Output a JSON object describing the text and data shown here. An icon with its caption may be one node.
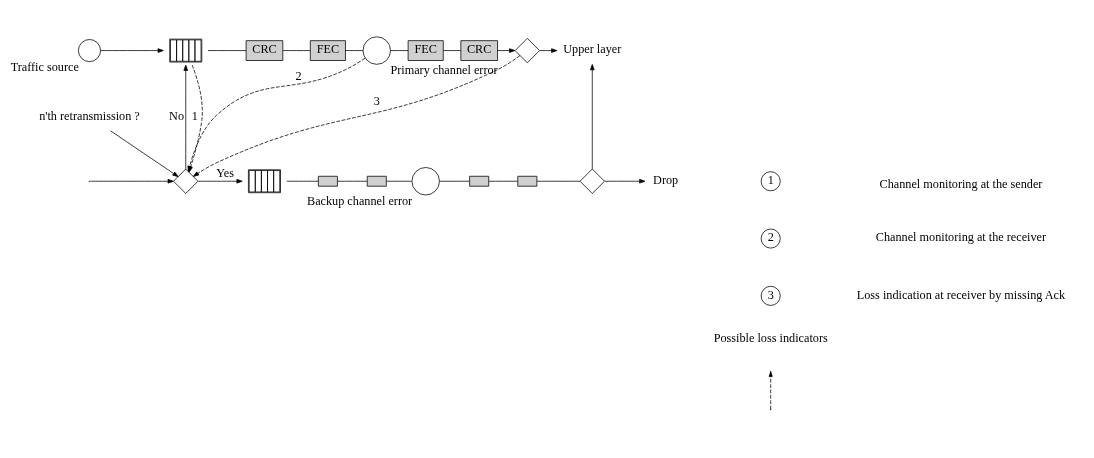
{
  "diagram": {
    "nodes": [
      {
        "text": [
          "Traffic source"
        ]
      },
      {
        "text": [],
        "shape": "box"
      },
      {
        "text": [
          "CRC"
        ]
      },
      {
        "text": [
          "FEC"
        ]
      },
      {
        "text": [
          "Primary channel error"
        ]
      },
      {
        "text": [
          "FEC"
        ]
      },
      {
        "text": [
          "CRC"
        ]
      },
      {
        "text": [],
        "shape": "diamond"
      },
      {
        "text": [
          "Upper layer"
        ]
      },
      {
        "text": [],
        "shape": "diamond"
      },
      {
        "text": [
          "n'th retransmission ?"
        ]
      },
      {
        "text": [],
        "shape": "box"
      },
      {
        "text": [],
        "shape": "box"
      },
      {
        "text": [],
        "shape": "box"
      },
      {
        "text": [
          "Backup channel error"
        ]
      },
      {
        "text": [],
        "shape": "box"
      },
      {
        "text": [],
        "shape": "box"
      },
      {
        "text": [],
        "shape": "diamond"
      },
      {
        "text": [
          "Drop"
        ]
      }
    ],
    "edges": [
      {
        "from": 0,
        "to": 1,
        "arrow": "to"
      },
      {
        "from": 1,
        "to": 2,
        "arrow": "none"
      },
      {
        "from": 2,
        "to": 3,
        "arrow": "none"
      },
      {
        "from": 3,
        "to": 4,
        "arrow": "none"
      },
      {
        "from": 4,
        "to": 5,
        "arrow": "none"
      },
      {
        "from": 5,
        "to": 6,
        "arrow": "none"
      },
      {
        "from": 6,
        "to": 7,
        "arrow": "to"
      },
      {
        "from": 7,
        "to": 8,
        "arrow": "to"
      },
      {
        "from": 1,
        "to": 9,
        "arrow": "to",
        "label": "1",
        "style": "dashed"
      },
      {
        "from": 4,
        "to": 9,
        "arrow": "to",
        "label": "2",
        "style": "dashed"
      },
      {
        "from": 7,
        "to": 9,
        "arrow": "to",
        "label": "3",
        "style": "dashed"
      },
      {
        "from": null,
        "to": 9,
        "arrow": "to"
      },
      {
        "from": 9,
        "to": 1,
        "arrow": "to",
        "label": "No"
      },
      {
        "from": 10,
        "to": 9,
        "arrow": "to"
      },
      {
        "from": 9,
        "to": 11,
        "arrow": "to",
        "label": "Yes"
      },
      {
        "from": 11,
        "to": 12,
        "arrow": "none"
      },
      {
        "from": 12,
        "to": 13,
        "arrow": "none"
      },
      {
        "from": 13,
        "to": 14,
        "arrow": "none"
      },
      {
        "from": 14,
        "to": 15,
        "arrow": "none"
      },
      {
        "from": 15,
        "to": 16,
        "arrow": "none"
      },
      {
        "from": 16,
        "to": 17,
        "arrow": "none"
      },
      {
        "from": 17,
        "to": 8,
        "arrow": "to"
      },
      {
        "from": 17,
        "to": 18,
        "arrow": "to"
      }
    ],
    "labels": [
      "1",
      "2",
      "3"
    ],
    "legend": [
      {
        "text": "Channel monitoring at the sender"
      },
      {
        "text": "Channel monitoring at the receiver"
      },
      {
        "text": "Loss indication at receiver by missing Ack"
      },
      {
        "text": "Possible loss indicators"
      }
    ]
  }
}
